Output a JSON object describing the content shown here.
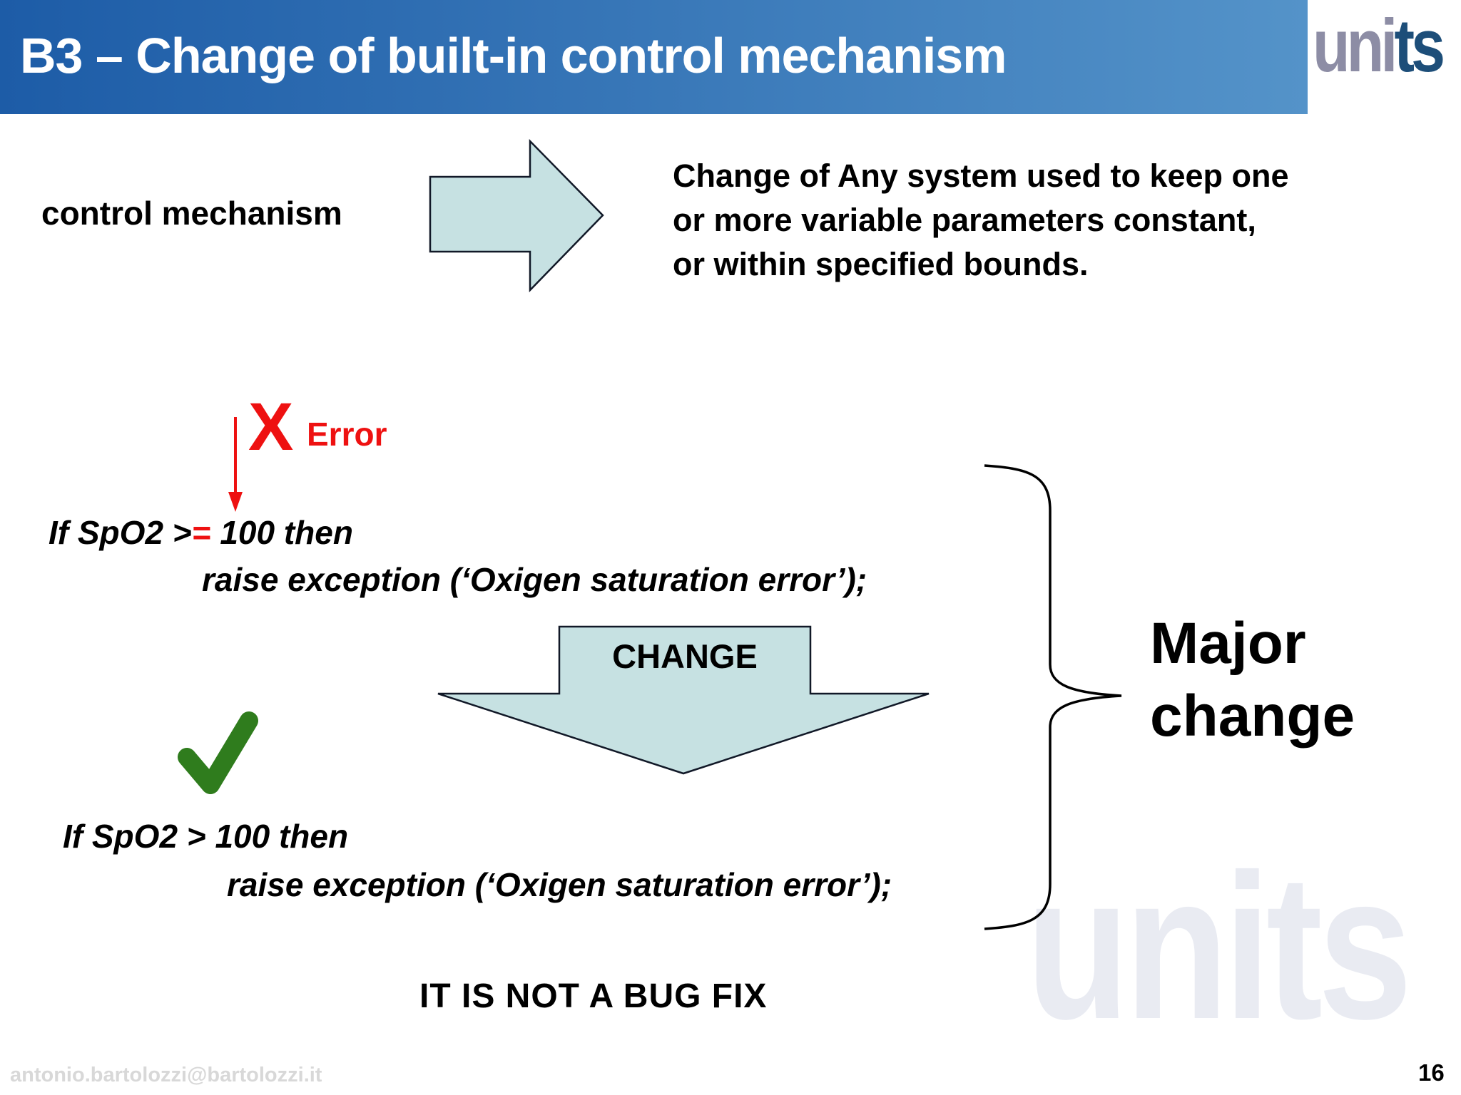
{
  "slide": {
    "title": "B3 – Change of built-in control mechanism",
    "page_number": "16",
    "footer_email": "antonio.bartolozzi@bartolozzi.it",
    "statement": "IT IS NOT A BUG FIX"
  },
  "logo": {
    "part1": "uni",
    "part2": "ts"
  },
  "watermark": {
    "text": "units"
  },
  "definition": {
    "term": "control mechanism",
    "lines": [
      "Change of Any system used to keep one",
      "or more variable parameters constant,",
      "or within specified bounds."
    ]
  },
  "error_annotation": {
    "x_mark": "X",
    "label": "Error"
  },
  "code_before": {
    "line1_prefix": "If SpO2 >",
    "line1_highlight": "=",
    "line1_suffix": " 100 then",
    "line2": "raise exception (‘Oxigen saturation error’);"
  },
  "change_arrow": {
    "label": "CHANGE"
  },
  "code_after": {
    "line1": "If SpO2 > 100 then",
    "line2": "raise exception (‘Oxigen saturation error’);"
  },
  "brace_annotation": {
    "lines": [
      "Major",
      "change"
    ]
  },
  "colors": {
    "header_grad_start": "#1d5ca7",
    "header_grad_end": "#5493c9",
    "arrow_fill": "#c6e1e2",
    "arrow_stroke": "#111827",
    "red": "#ee1111",
    "green": "#2f7c1d",
    "logo_gray": "#8d8da5",
    "logo_navy": "#1d4e79",
    "watermark_gray": "#e9ebf2",
    "footer_gray": "#d8d8d8"
  }
}
